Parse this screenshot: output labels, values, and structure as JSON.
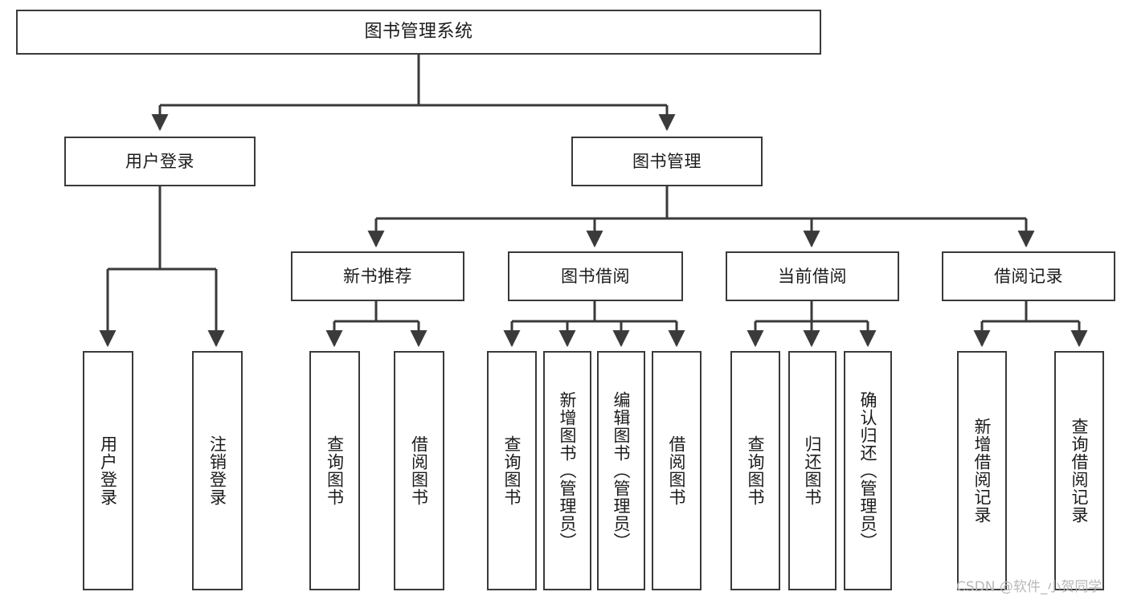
{
  "diagram": {
    "title": "图书管理系统",
    "levels": {
      "root": {
        "label": "图书管理系统"
      },
      "level2": [
        {
          "label": "用户登录"
        },
        {
          "label": "图书管理"
        }
      ],
      "level3": [
        {
          "label": "新书推荐"
        },
        {
          "label": "图书借阅"
        },
        {
          "label": "当前借阅"
        },
        {
          "label": "借阅记录"
        }
      ],
      "leaves": {
        "user_login": [
          {
            "label": "用户登录"
          },
          {
            "label": "注销登录"
          }
        ],
        "new_book_recommend": [
          {
            "label": "查询图书"
          },
          {
            "label": "借阅图书"
          }
        ],
        "book_borrow": [
          {
            "label": "查询图书"
          },
          {
            "label": "新增图书（管理员）"
          },
          {
            "label": "编辑图书（管理员）"
          },
          {
            "label": "借阅图书"
          }
        ],
        "current_borrow": [
          {
            "label": "查询图书"
          },
          {
            "label": "归还图书"
          },
          {
            "label": "确认归还（管理员）"
          }
        ],
        "borrow_record": [
          {
            "label": "新增借阅记录"
          },
          {
            "label": "查询借阅记录"
          }
        ]
      }
    },
    "watermark": "CSDN @软件_小贺同学",
    "colors": {
      "border": "#3a3a3a",
      "background": "#ffffff",
      "text": "#1b1b1b",
      "connector": "#3a3a3a",
      "watermark": "#b8b8b8"
    }
  }
}
